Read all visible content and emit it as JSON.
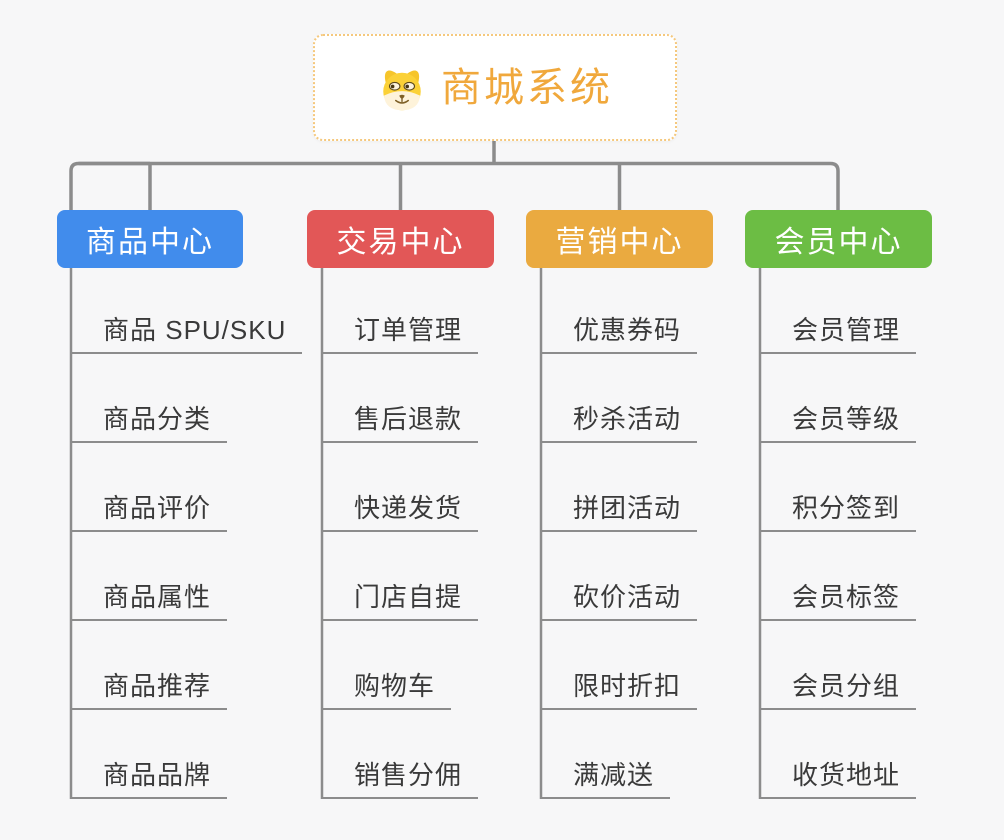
{
  "diagram": {
    "type": "mindmap-tree",
    "connector_color": "#8c8c8c",
    "background_color": "#f7f7f8"
  },
  "root": {
    "title": "商城系统",
    "icon": "dog-face-icon",
    "text_color": "#f0a83c",
    "border_color": "#f5c87d",
    "background_color": "#ffffff"
  },
  "branches": [
    {
      "label": "商品中心",
      "color": "#418cec",
      "children": [
        {
          "label": "商品 SPU/SKU"
        },
        {
          "label": "商品分类"
        },
        {
          "label": "商品评价"
        },
        {
          "label": "商品属性"
        },
        {
          "label": "商品推荐"
        },
        {
          "label": "商品品牌"
        }
      ]
    },
    {
      "label": "交易中心",
      "color": "#e25757",
      "children": [
        {
          "label": "订单管理"
        },
        {
          "label": "售后退款"
        },
        {
          "label": "快递发货"
        },
        {
          "label": "门店自提"
        },
        {
          "label": "购物车"
        },
        {
          "label": "销售分佣"
        }
      ]
    },
    {
      "label": "营销中心",
      "color": "#eaaa40",
      "children": [
        {
          "label": "优惠券码"
        },
        {
          "label": "秒杀活动"
        },
        {
          "label": "拼团活动"
        },
        {
          "label": "砍价活动"
        },
        {
          "label": "限时折扣"
        },
        {
          "label": "满减送"
        }
      ]
    },
    {
      "label": "会员中心",
      "color": "#6cbd44",
      "children": [
        {
          "label": "会员管理"
        },
        {
          "label": "会员等级"
        },
        {
          "label": "积分签到"
        },
        {
          "label": "会员标签"
        },
        {
          "label": "会员分组"
        },
        {
          "label": "收货地址"
        }
      ]
    }
  ]
}
